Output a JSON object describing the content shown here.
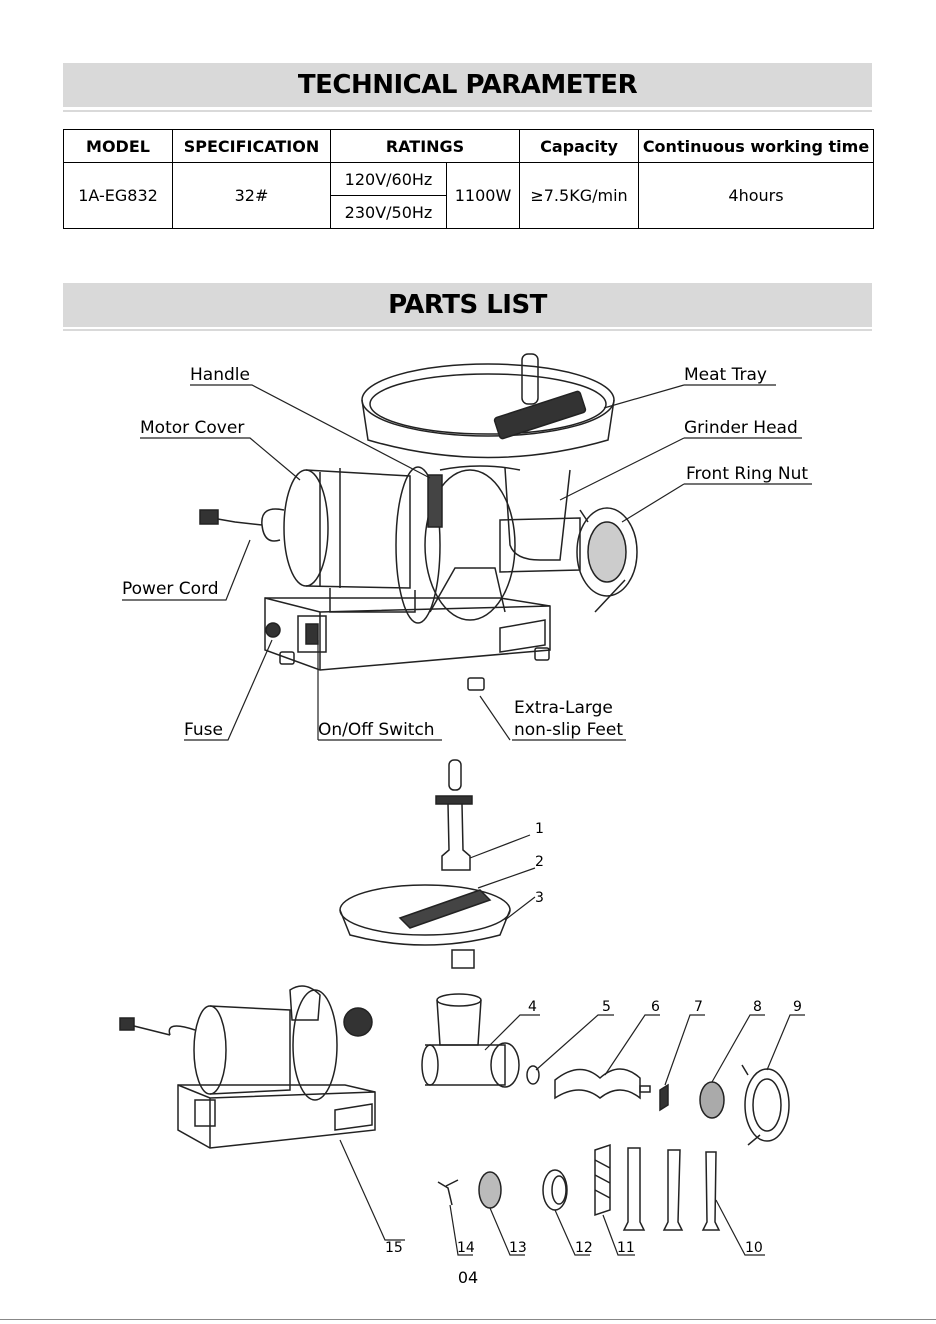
{
  "technical": {
    "heading": "TECHNICAL PARAMETER",
    "headers": {
      "model": "MODEL",
      "specification": "SPECIFICATION",
      "ratings": "RATINGS",
      "capacity": "Capacity",
      "working_time": "Continuous working time"
    },
    "row": {
      "model": "1A-EG832",
      "specification": "32#",
      "voltage_1": "120V/60Hz",
      "voltage_2": "230V/50Hz",
      "power": "1100W",
      "capacity": "≥7.5KG/min",
      "working_time": "4hours"
    }
  },
  "parts": {
    "heading": "PARTS LIST",
    "labels": {
      "handle": "Handle",
      "motor_cover": "Motor Cover",
      "power_cord": "Power Cord",
      "fuse": "Fuse",
      "switch": "On/Off Switch",
      "feet_1": "Extra-Large",
      "feet_2": "non-slip Feet",
      "meat_tray": "Meat Tray",
      "grinder_head": "Grinder Head",
      "front_ring_nut": "Front Ring Nut"
    },
    "numbers": [
      "1",
      "2",
      "3",
      "4",
      "5",
      "6",
      "7",
      "8",
      "9",
      "10",
      "11",
      "12",
      "13",
      "14",
      "15"
    ]
  },
  "page_number": "04"
}
